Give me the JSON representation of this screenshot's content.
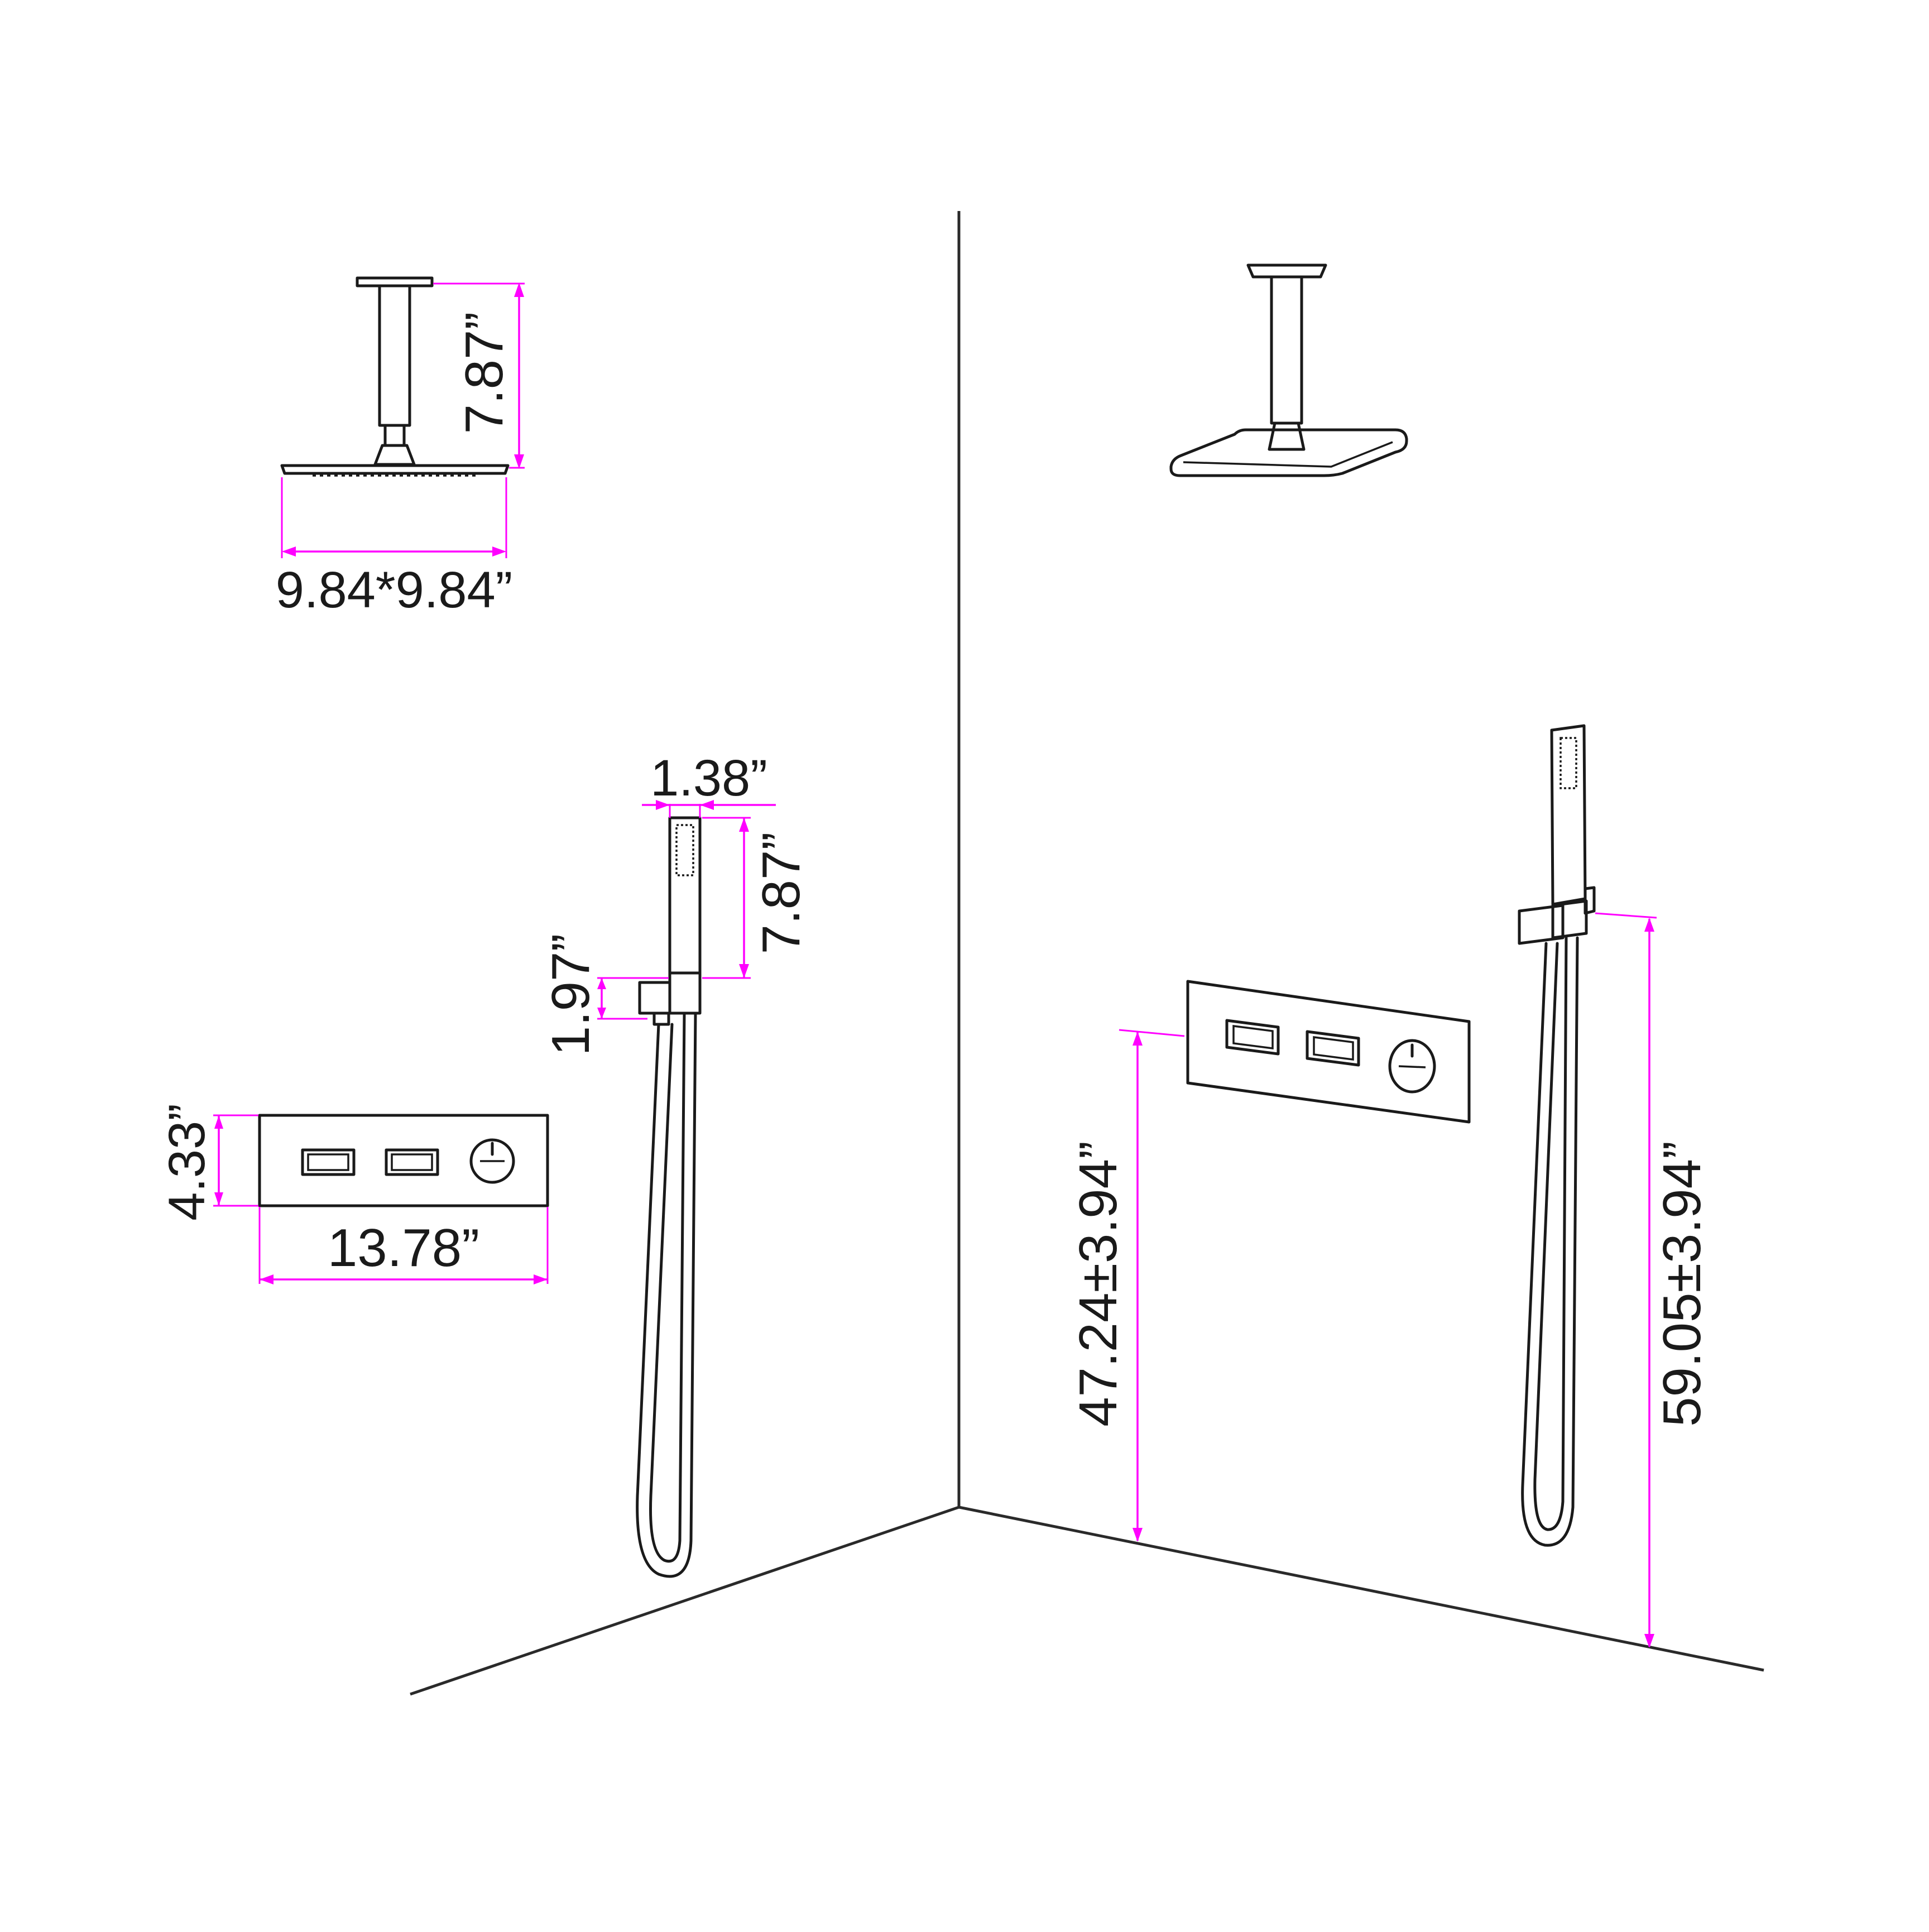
{
  "colors": {
    "line": "#1a1a1a",
    "dimension": "#ff00ff",
    "background": "#ffffff"
  },
  "dimensions": {
    "shower_head_arm_height": "7.87”",
    "shower_head_size": "9.84*9.84”",
    "hand_shower_width": "1.38”",
    "hand_shower_length": "7.87”",
    "holder_height": "1.97”",
    "valve_height": "4.33”",
    "valve_width": "13.78”",
    "valve_mount_height": "47.24±3.94”",
    "holder_mount_height": "59.05±3.94”"
  }
}
